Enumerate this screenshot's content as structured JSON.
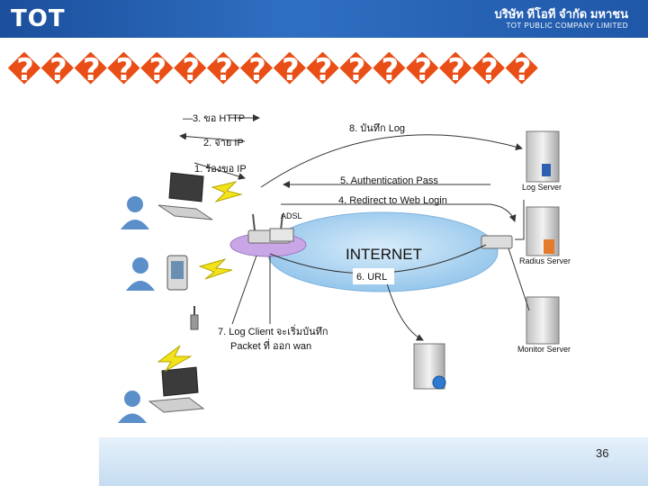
{
  "header": {
    "logo": "TOT",
    "company_thai": "บริษัท ทีโอที จำกัด มหาชน",
    "company_en": "TOT PUBLIC COMPANY LIMITED"
  },
  "slide": {
    "title": "����������������",
    "page_number": "36"
  },
  "diagram": {
    "steps": {
      "s3": "—3. ขอ HTTP",
      "s2": "2. จ่าย IP",
      "s1": "1. ร้องขอ IP",
      "s8": "8. บันทึก Log",
      "s5": "5. Authentication  Pass",
      "s4": "4. Redirect to Web Login",
      "s6": "6. URL",
      "s7a": "7. Log Client จะเริ่มบันทึก",
      "s7b": "Packet ที่ ออก wan"
    },
    "cloud_label": "INTERNET",
    "adsl_label": "ADSL",
    "servers": {
      "log": "Log Server",
      "radius": "Radius Server",
      "monitor": "Monitor Server"
    },
    "colors": {
      "cloud": "#a9d4f2",
      "router_ellipse": "#c9a6e6",
      "lightning": "#f2e21a",
      "user": "#5b8fc9",
      "title": "#e84e16",
      "header": "#1f57a8"
    }
  }
}
